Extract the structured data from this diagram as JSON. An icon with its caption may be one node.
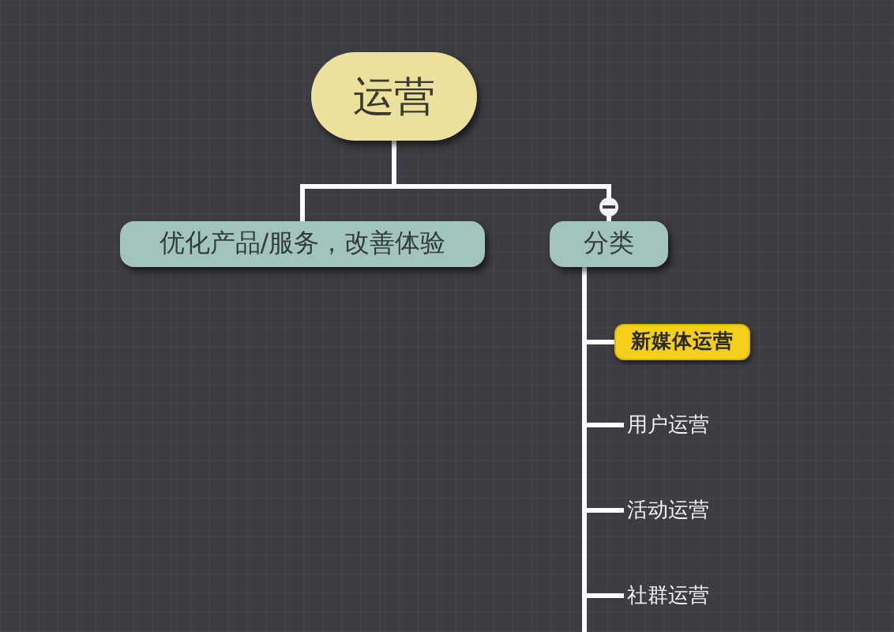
{
  "diagram": {
    "nodes": [
      {
        "text": [
          "运营"
        ]
      },
      {
        "text": [
          "优化产品/服务，改善体验"
        ]
      },
      {
        "text": [
          "分类"
        ]
      },
      {
        "text": [
          "新媒体运营"
        ]
      },
      {
        "text": [
          "用户运营"
        ]
      },
      {
        "text": [
          "活动运营"
        ]
      },
      {
        "text": [
          "社群运营"
        ]
      }
    ],
    "edges": [
      {
        "from": 0,
        "to": 1,
        "arrow": "none"
      },
      {
        "from": 0,
        "to": 2,
        "arrow": "other"
      },
      {
        "from": 2,
        "to": 3,
        "arrow": "none"
      },
      {
        "from": 2,
        "to": 4,
        "arrow": "none"
      },
      {
        "from": 2,
        "to": 5,
        "arrow": "none"
      },
      {
        "from": 2,
        "to": 6,
        "arrow": "none"
      }
    ]
  }
}
